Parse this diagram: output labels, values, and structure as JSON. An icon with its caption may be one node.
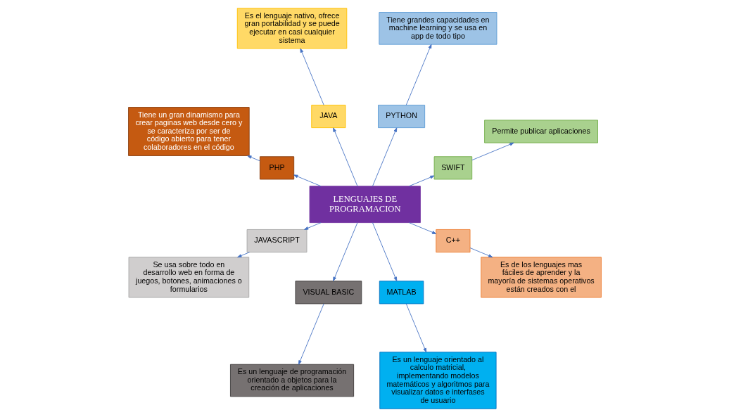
{
  "diagram": {
    "nodes": [
      {
        "text": [
          "LENGUAJES DE PROGRAMACION"
        ]
      },
      {
        "text": [
          "SWIFT"
        ]
      },
      {
        "text": [
          "PYTHON"
        ]
      },
      {
        "text": [
          "JAVA"
        ]
      },
      {
        "text": [
          "PHP"
        ]
      },
      {
        "text": [
          "JAVASCRIPT"
        ]
      },
      {
        "text": [
          "VISUAL BASIC"
        ]
      },
      {
        "text": [
          "MATLAB"
        ]
      },
      {
        "text": [
          "C++"
        ]
      },
      {
        "text": [
          "Permite publicar aplicaciones"
        ]
      },
      {
        "text": [
          "Tiene grandes capacidades en machine learning y se usa en app de todo tipo"
        ]
      },
      {
        "text": [
          "Es el lenguaje nativo, ofrece gran portabilidad y se puede ejecutar en casi cualquier sistema"
        ]
      },
      {
        "text": [
          "Tiene un gran dinamismo para crear paginas web desde cero y se caracteriza por ser de código abierto para tener colaboradores en el código"
        ]
      },
      {
        "text": [
          "Se usa sobre todo en desarrollo web en forma de juegos, botones, animaciones o formularios"
        ]
      },
      {
        "text": [
          "Es un lenguaje de programación orientado a objetos para la creación de aplicaciones"
        ]
      },
      {
        "text": [
          "Es un lenguaje orientado al calculo matricial, implementando modelos matemáticos y algoritmos para visualizar datos e interfases de usuario"
        ]
      },
      {
        "text": [
          "Es de los lenguajes mas fáciles de aprender y la mayoría de sistemas operativos están creados con el"
        ]
      }
    ],
    "edges": [
      {
        "from": 0,
        "to": 1,
        "arrow": "to"
      },
      {
        "from": 0,
        "to": 2,
        "arrow": "to"
      },
      {
        "from": 0,
        "to": 3,
        "arrow": "to"
      },
      {
        "from": 0,
        "to": 4,
        "arrow": "to"
      },
      {
        "from": 0,
        "to": 5,
        "arrow": "to"
      },
      {
        "from": 0,
        "to": 6,
        "arrow": "to"
      },
      {
        "from": 0,
        "to": 7,
        "arrow": "to"
      },
      {
        "from": 0,
        "to": 8,
        "arrow": "to"
      },
      {
        "from": 1,
        "to": 9,
        "arrow": "to"
      },
      {
        "from": 2,
        "to": 10,
        "arrow": "to"
      },
      {
        "from": 3,
        "to": 11,
        "arrow": "to"
      },
      {
        "from": 4,
        "to": 12,
        "arrow": "to"
      },
      {
        "from": 5,
        "to": 13,
        "arrow": "to"
      },
      {
        "from": 6,
        "to": 14,
        "arrow": "to"
      },
      {
        "from": 7,
        "to": 15,
        "arrow": "to"
      },
      {
        "from": 8,
        "to": 16,
        "arrow": "to"
      }
    ]
  }
}
